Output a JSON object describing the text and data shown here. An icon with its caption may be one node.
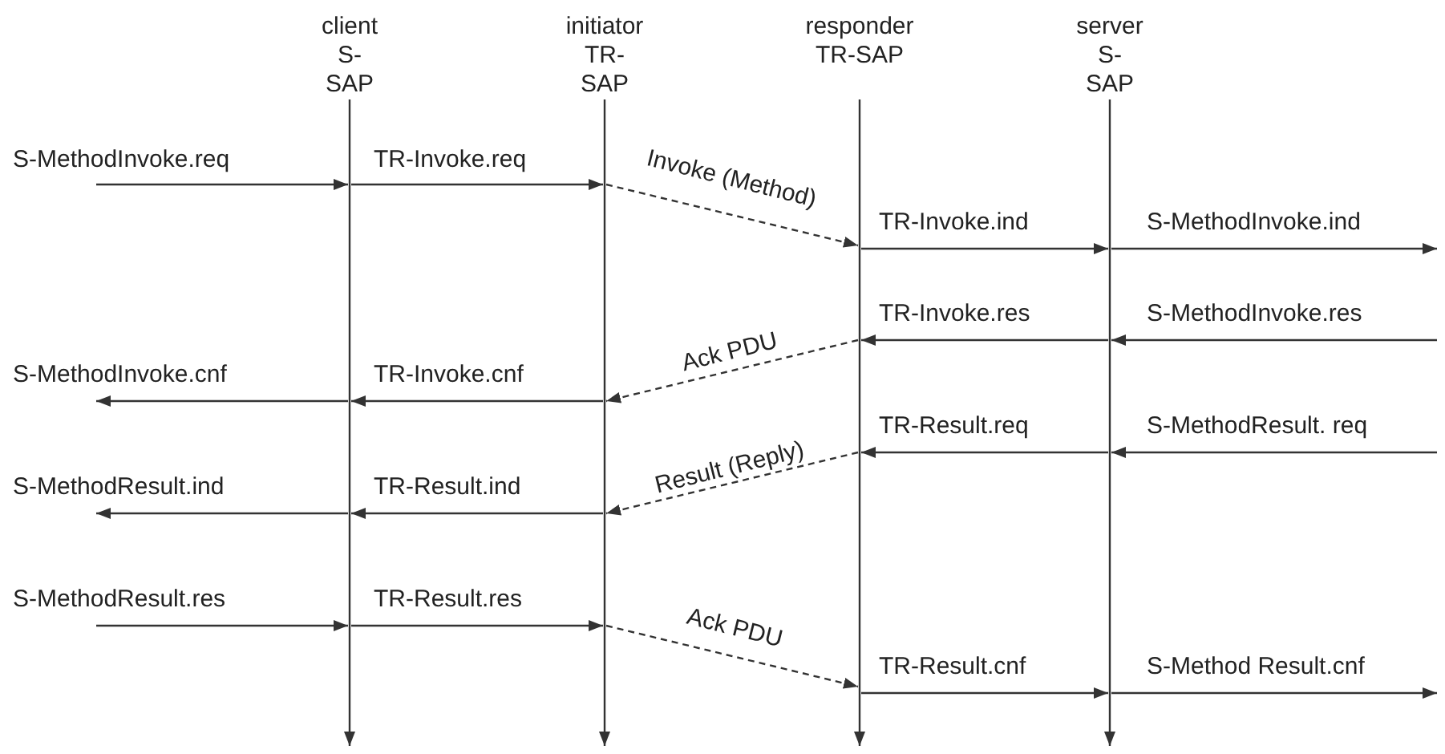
{
  "diagram": {
    "nodes": [
      {
        "text": [
          "client S-SAP"
        ]
      },
      {
        "text": [
          "initiator TR-SAP"
        ]
      },
      {
        "text": [
          "responder TR-SAP"
        ]
      },
      {
        "text": [
          "server S-SAP"
        ]
      }
    ],
    "edges": [
      {
        "from": null,
        "to": 0,
        "arrow": "to",
        "label": "S-MethodInvoke.req"
      },
      {
        "from": 0,
        "to": 1,
        "arrow": "to",
        "label": "TR-Invoke.req"
      },
      {
        "from": 1,
        "to": 2,
        "arrow": "to",
        "label": "Invoke (Method)",
        "style": "dashed"
      },
      {
        "from": 2,
        "to": 3,
        "arrow": "to",
        "label": "TR-Invoke.ind"
      },
      {
        "from": 3,
        "to": null,
        "arrow": "to",
        "label": "S-MethodInvoke.ind"
      },
      {
        "from": null,
        "to": 3,
        "arrow": "to",
        "label": "S-MethodInvoke.res"
      },
      {
        "from": 3,
        "to": 2,
        "arrow": "to",
        "label": "TR-Invoke.res"
      },
      {
        "from": 2,
        "to": 1,
        "arrow": "to",
        "label": "Ack PDU",
        "style": "dashed"
      },
      {
        "from": 1,
        "to": 0,
        "arrow": "to",
        "label": "TR-Invoke.cnf"
      },
      {
        "from": 0,
        "to": null,
        "arrow": "to",
        "label": "S-MethodInvoke.cnf"
      },
      {
        "from": null,
        "to": 3,
        "arrow": "to",
        "label": "S-MethodResult. req"
      },
      {
        "from": 3,
        "to": 2,
        "arrow": "to",
        "label": "TR-Result.req"
      },
      {
        "from": 2,
        "to": 1,
        "arrow": "to",
        "label": "Result (Reply)",
        "style": "dashed"
      },
      {
        "from": 1,
        "to": 0,
        "arrow": "to",
        "label": "TR-Result.ind"
      },
      {
        "from": 0,
        "to": null,
        "arrow": "to",
        "label": "S-MethodResult.ind"
      },
      {
        "from": null,
        "to": 0,
        "arrow": "to",
        "label": "S-MethodResult.res"
      },
      {
        "from": 0,
        "to": 1,
        "arrow": "to",
        "label": "TR-Result.res"
      },
      {
        "from": 1,
        "to": 2,
        "arrow": "to",
        "label": "Ack PDU",
        "style": "dashed"
      },
      {
        "from": 2,
        "to": 3,
        "arrow": "to",
        "label": "TR-Result.cnf"
      },
      {
        "from": 3,
        "to": null,
        "arrow": "to",
        "label": "S-Method Result.cnf"
      }
    ]
  }
}
